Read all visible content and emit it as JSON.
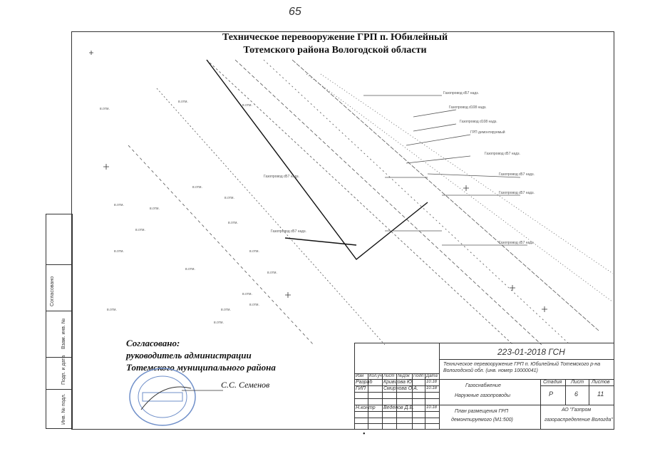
{
  "page_number": "65",
  "title": {
    "line1": "Техническое перевооружение  ГРП п. Юбилейный",
    "line2": "Тотемского  района Вологодской области"
  },
  "approval": {
    "line1": "Согласовано:",
    "line2": "руководитель администрации",
    "line3": "Тотемского муниципального района",
    "signer": "С.С. Семенов"
  },
  "side_labels": [
    "Инв. № подл.",
    "Подп. и дата",
    "Взам. инв. №",
    "Согласовано"
  ],
  "title_block": {
    "code": "223-01-2018 ГСН",
    "project": "Техническое перевооружение ГРП п. Юбилейный Тотемского р-на",
    "project2": "Вологодской обл. (инв. номер 10000041)",
    "section": "Газоснабжение",
    "section2": "Наружные газопроводы",
    "sheet_title": "План размещения ГРП",
    "sheet_title2": "демонтируемого (М1:500)",
    "stage_label": "Стадия",
    "sheet_label": "Лист",
    "sheets_label": "Листов",
    "stage": "Р",
    "sheet": "6",
    "sheets": "11",
    "org": "АО \"Газпром",
    "org2": "газораспределение Вологда\"",
    "col_headers": [
      "Изм",
      "Кол.уч",
      "Лист",
      "№Док",
      "Подп",
      "Дата"
    ],
    "rows": [
      {
        "role": "Разраб",
        "name": "Кривцова Ю.",
        "date": "10.18"
      },
      {
        "role": "ГИП",
        "name": "Смирнова О.А.",
        "date": "10.18"
      },
      {
        "role": "Н.контр",
        "name": "Веденов Д.В.",
        "date": "10.18"
      }
    ]
  },
  "map_labels": {
    "pipe1": "Газопровод d57 надз.",
    "pipe2": "Газопровод d108 надз.",
    "pipe3": "ГРП демонтируемый",
    "elev": "в.отм."
  }
}
